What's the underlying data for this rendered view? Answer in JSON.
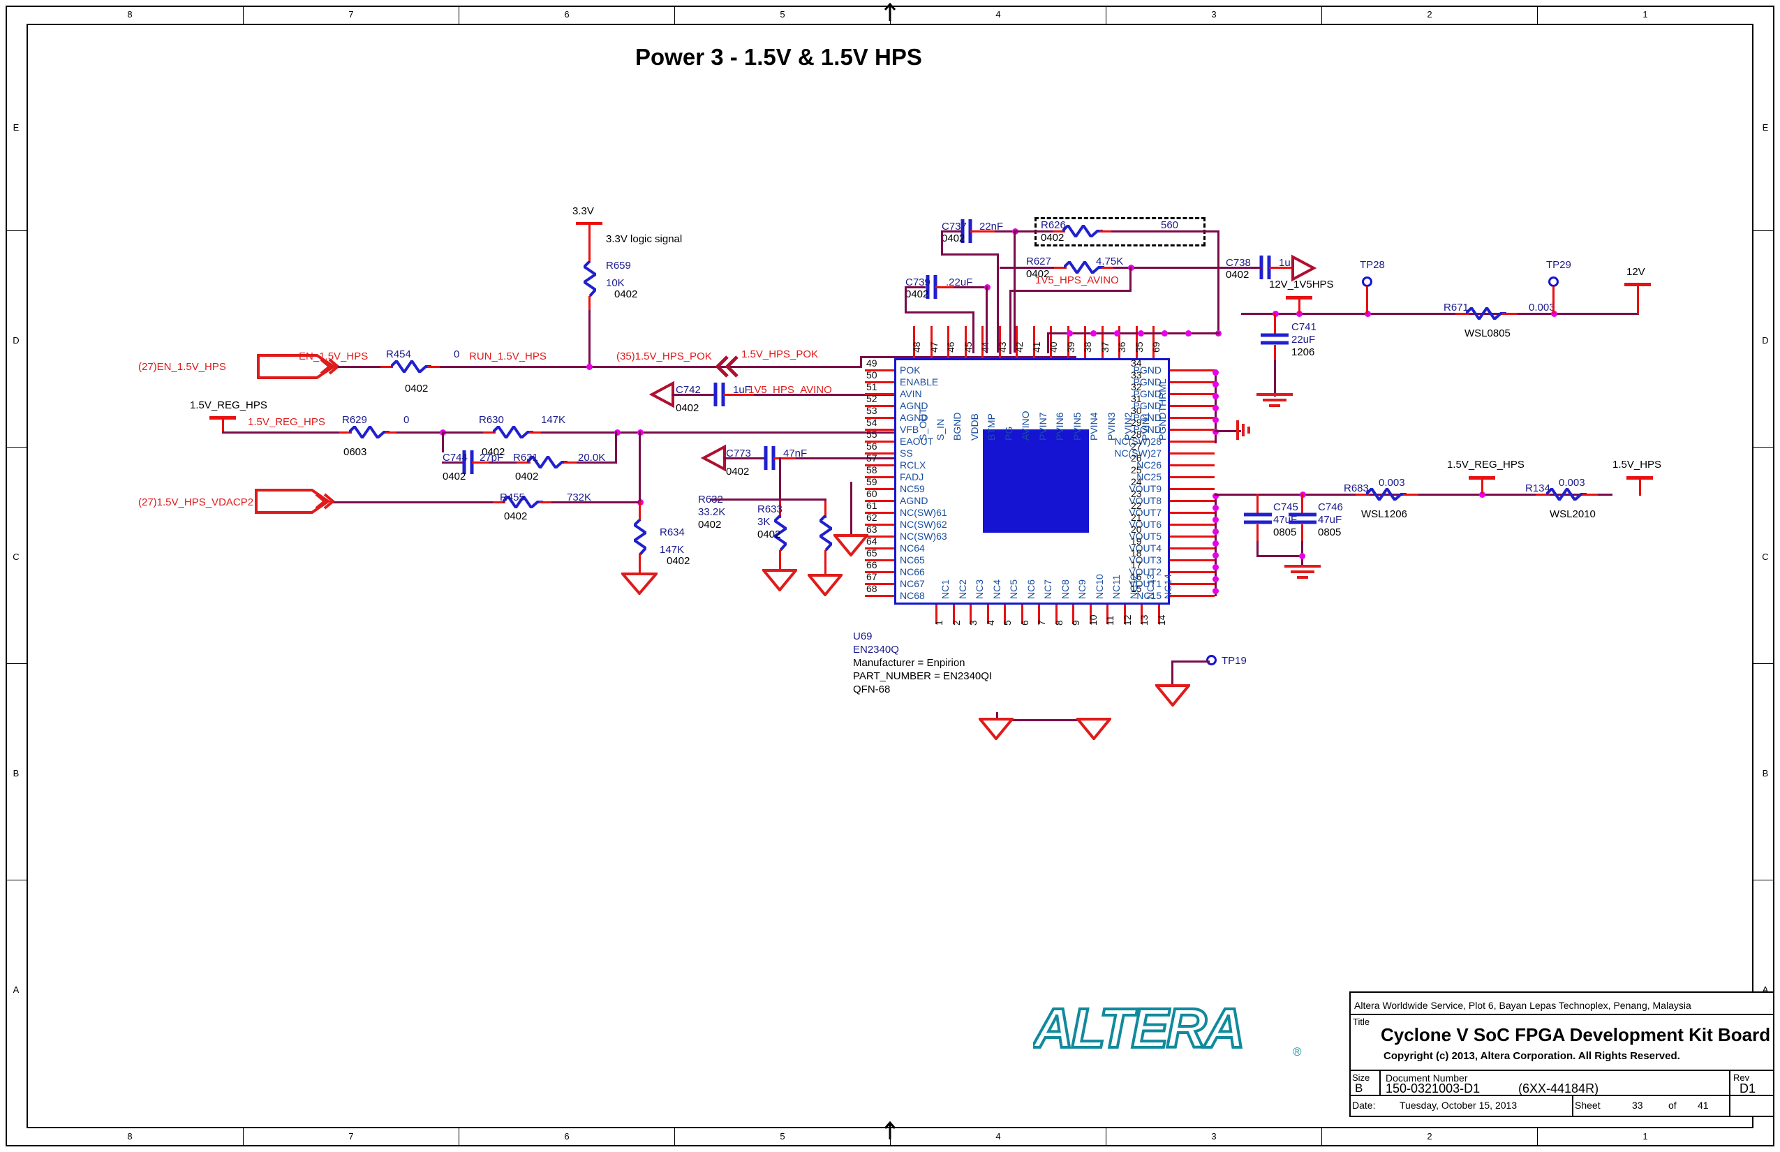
{
  "sheet": {
    "title": "Power 3 - 1.5V & 1.5V HPS",
    "zones_top": [
      "8",
      "7",
      "6",
      "5",
      "4",
      "3",
      "2",
      "1"
    ],
    "zones_bottom": [
      "8",
      "7",
      "6",
      "5",
      "4",
      "3",
      "2",
      "1"
    ],
    "zones_left": [
      "E",
      "D",
      "C",
      "B",
      "A"
    ],
    "zones_right": [
      "E",
      "D",
      "C",
      "B",
      "A"
    ]
  },
  "titleblock": {
    "address": "Altera Worldwide Service, Plot 6, Bayan Lepas Technoplex, Penang, Malaysia",
    "title_label": "Title",
    "title": "Cyclone V SoC FPGA Development Kit Board",
    "copyright": "Copyright (c) 2013, Altera Corporation. All Rights Reserved.",
    "size_label": "Size",
    "size": "B",
    "docnum_label": "Document  Number",
    "docnum": "150-0321003-D1",
    "docnum_alt": "(6XX-44184R)",
    "rev_label": "Rev",
    "rev": "D1",
    "date_label": "Date:",
    "date": "Tuesday, October 15, 2013",
    "sheet_label": "Sheet",
    "sheet_num": "33",
    "of_label": "of",
    "sheet_total": "41",
    "logo": "ALTERA",
    "logo_mark": "®"
  },
  "ic": {
    "refdes": "U69",
    "part": "EN2340Q",
    "manufacturer": "Manufacturer = Enpirion",
    "part_number": "PART_NUMBER = EN2340QI",
    "package": "QFN-68",
    "left_pins": [
      {
        "num": "49",
        "name": "POK"
      },
      {
        "num": "50",
        "name": "ENABLE"
      },
      {
        "num": "51",
        "name": "AVIN"
      },
      {
        "num": "52",
        "name": "AGND"
      },
      {
        "num": "53",
        "name": "AGND"
      },
      {
        "num": "54",
        "name": "VFB"
      },
      {
        "num": "55",
        "name": "EAOUT"
      },
      {
        "num": "56",
        "name": "SS"
      },
      {
        "num": "57",
        "name": "RCLX"
      },
      {
        "num": "58",
        "name": "FADJ"
      },
      {
        "num": "59",
        "name": "NC59"
      },
      {
        "num": "60",
        "name": "AGND"
      },
      {
        "num": "61",
        "name": "NC(SW)61"
      },
      {
        "num": "62",
        "name": "NC(SW)62"
      },
      {
        "num": "63",
        "name": "NC(SW)63"
      },
      {
        "num": "64",
        "name": "NC64"
      },
      {
        "num": "65",
        "name": "NC65"
      },
      {
        "num": "66",
        "name": "NC66"
      },
      {
        "num": "67",
        "name": "NC67"
      },
      {
        "num": "68",
        "name": "NC68"
      }
    ],
    "right_pins": [
      {
        "num": "34",
        "name": "PGND"
      },
      {
        "num": "33",
        "name": "PGND"
      },
      {
        "num": "32",
        "name": "PGND"
      },
      {
        "num": "31",
        "name": "PGND"
      },
      {
        "num": "30",
        "name": "PGND"
      },
      {
        "num": "29",
        "name": "PGND"
      },
      {
        "num": "28",
        "name": "NC(SW)28"
      },
      {
        "num": "27",
        "name": "NC(SW)27"
      },
      {
        "num": "26",
        "name": "NC26"
      },
      {
        "num": "25",
        "name": "NC25"
      },
      {
        "num": "24",
        "name": "VOUT9"
      },
      {
        "num": "23",
        "name": "VOUT8"
      },
      {
        "num": "22",
        "name": "VOUT7"
      },
      {
        "num": "21",
        "name": "VOUT6"
      },
      {
        "num": "20",
        "name": "VOUT5"
      },
      {
        "num": "19",
        "name": "VOUT4"
      },
      {
        "num": "18",
        "name": "VOUT3"
      },
      {
        "num": "17",
        "name": "VOUT2"
      },
      {
        "num": "16",
        "name": "VOUT1"
      },
      {
        "num": "15",
        "name": "NC15"
      }
    ],
    "top_pins": [
      {
        "num": "48",
        "name": "S_OUT"
      },
      {
        "num": "47",
        "name": "S_IN"
      },
      {
        "num": "46",
        "name": "BGND"
      },
      {
        "num": "45",
        "name": "VDDB"
      },
      {
        "num": "44",
        "name": "BTMP"
      },
      {
        "num": "43",
        "name": "PG"
      },
      {
        "num": "42",
        "name": "AVINO"
      },
      {
        "num": "41",
        "name": "PVIN7"
      },
      {
        "num": "40",
        "name": "PVIN6"
      },
      {
        "num": "39",
        "name": "PVIN5"
      },
      {
        "num": "38",
        "name": "PVIN4"
      },
      {
        "num": "37",
        "name": "PVIN3"
      },
      {
        "num": "36",
        "name": "PVIN2"
      },
      {
        "num": "35",
        "name": "PVIN1"
      },
      {
        "num": "69",
        "name": "PGNDTHRML"
      }
    ],
    "bottom_pins": [
      {
        "num": "1",
        "name": "NC1"
      },
      {
        "num": "2",
        "name": "NC2"
      },
      {
        "num": "3",
        "name": "NC3"
      },
      {
        "num": "4",
        "name": "NC4"
      },
      {
        "num": "5",
        "name": "NC5"
      },
      {
        "num": "6",
        "name": "NC6"
      },
      {
        "num": "7",
        "name": "NC7"
      },
      {
        "num": "8",
        "name": "NC8"
      },
      {
        "num": "9",
        "name": "NC9"
      },
      {
        "num": "10",
        "name": "NC10"
      },
      {
        "num": "11",
        "name": "NC11"
      },
      {
        "num": "12",
        "name": "NC12"
      },
      {
        "num": "13",
        "name": "NC13"
      },
      {
        "num": "14",
        "name": "NC14"
      }
    ]
  },
  "components": {
    "R659": {
      "ref": "R659",
      "value": "10K",
      "pkg": "0402"
    },
    "R454": {
      "ref": "R454",
      "value": "0",
      "pkg": "0402"
    },
    "R629": {
      "ref": "R629",
      "value": "0",
      "pkg": "0603"
    },
    "R630": {
      "ref": "R630",
      "value": "147K",
      "pkg": "0402"
    },
    "R631": {
      "ref": "R631",
      "value": "20.0K",
      "pkg": "0402"
    },
    "R455": {
      "ref": "R455",
      "value": "732K",
      "pkg": "0402"
    },
    "R634": {
      "ref": "R634",
      "value": "147K",
      "pkg": "0402"
    },
    "R632": {
      "ref": "R632",
      "value": "33.2K",
      "pkg": "0402"
    },
    "R633": {
      "ref": "R633",
      "value": "3K",
      "pkg": "0402"
    },
    "R626": {
      "ref": "R626",
      "value": "560",
      "pkg": "0402"
    },
    "R627": {
      "ref": "R627",
      "value": "4.75K",
      "pkg": "0402"
    },
    "R671": {
      "ref": "R671",
      "value": "0.003",
      "pkg": "WSL0805"
    },
    "R683": {
      "ref": "R683",
      "value": "0.003",
      "pkg": "WSL1206"
    },
    "R134": {
      "ref": "R134",
      "value": "0.003",
      "pkg": "WSL2010"
    },
    "C744": {
      "ref": "C744",
      "value": "27pF",
      "pkg": "0402"
    },
    "C773": {
      "ref": "C773",
      "value": "47nF",
      "pkg": "0402"
    },
    "C742": {
      "ref": "C742",
      "value": "1uF",
      "pkg": "0402"
    },
    "C737": {
      "ref": "C737",
      "value": "22nF",
      "pkg": "0402"
    },
    "C739": {
      "ref": "C739",
      "value": ".22uF",
      "pkg": "0402"
    },
    "C738": {
      "ref": "C738",
      "value": "1uF",
      "pkg": "0402"
    },
    "C741": {
      "ref": "C741",
      "value": "22uF",
      "pkg": "1206"
    },
    "C745": {
      "ref": "C745",
      "value": "47uF",
      "pkg": "0805"
    },
    "C746": {
      "ref": "C746",
      "value": "47uF",
      "pkg": "0805"
    }
  },
  "testpoints": {
    "TP28": "TP28",
    "TP29": "TP29",
    "TP19": "TP19"
  },
  "nets": {
    "v33": "3.3V",
    "logic_note": "3.3V logic signal",
    "en_port": "(27)EN_1.5V_HPS",
    "en_label": "EN_1.5V_HPS",
    "run_label": "RUN_1.5V_HPS",
    "pok_port": "(35)1.5V_HPS_POK",
    "pok_label": "1.5V_HPS_POK",
    "reg_hps_pwr": "1.5V_REG_HPS",
    "reg_hps_label": "1.5V_REG_HPS",
    "vdacp2_port": "(27)1.5V_HPS_VDACP2",
    "avino_label": "1V5_HPS_AVINO",
    "avino_label2": "1V5_HPS_AVINO",
    "v12_1v5hps": "12V_1V5HPS",
    "v12": "12V",
    "reg_hps_out": "1.5V_REG_HPS",
    "v15_hps": "1.5V_HPS"
  }
}
